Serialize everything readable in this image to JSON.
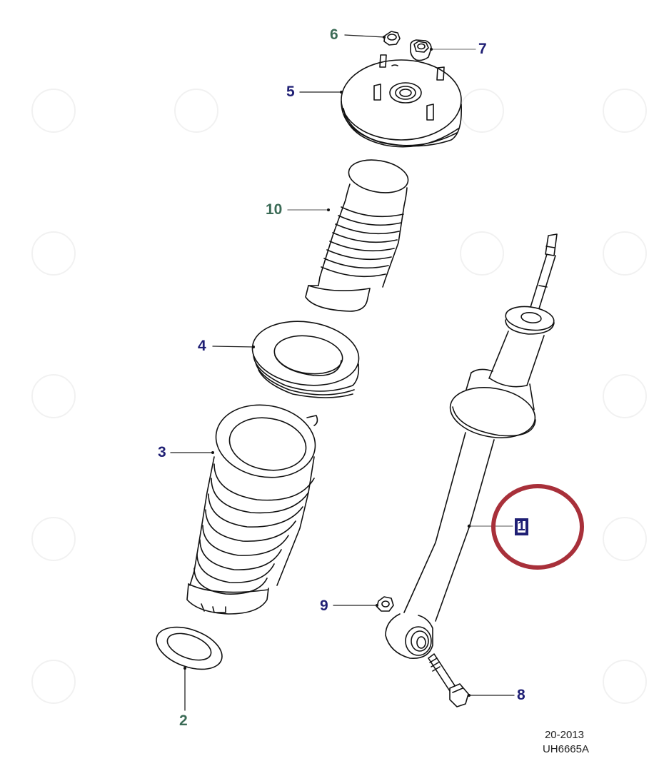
{
  "diagram": {
    "title": "Front Shock Absorber / Strut Assembly Exploded View",
    "highlight_color": "#a8303a",
    "label_colors": {
      "navy": "#1f1f74",
      "teal": "#3b6b56"
    },
    "selected_callout": "1",
    "callouts": [
      {
        "id": "1",
        "label": "1",
        "part": "shock-absorber",
        "color": "navy",
        "selected": true
      },
      {
        "id": "2",
        "label": "2",
        "part": "spring-seat-insulator",
        "color": "teal"
      },
      {
        "id": "3",
        "label": "3",
        "part": "coil-spring",
        "color": "navy"
      },
      {
        "id": "4",
        "label": "4",
        "part": "upper-spring-seat",
        "color": "navy"
      },
      {
        "id": "5",
        "label": "5",
        "part": "top-mount",
        "color": "navy"
      },
      {
        "id": "6",
        "label": "6",
        "part": "mount-nut",
        "color": "teal"
      },
      {
        "id": "7",
        "label": "7",
        "part": "piston-rod-nut",
        "color": "navy"
      },
      {
        "id": "8",
        "label": "8",
        "part": "lower-bolt",
        "color": "navy"
      },
      {
        "id": "9",
        "label": "9",
        "part": "lower-nut",
        "color": "navy"
      },
      {
        "id": "10",
        "label": "10",
        "part": "dust-boot",
        "color": "teal"
      }
    ],
    "footer": {
      "code": "20-2013",
      "ref": "UH6665A"
    }
  }
}
